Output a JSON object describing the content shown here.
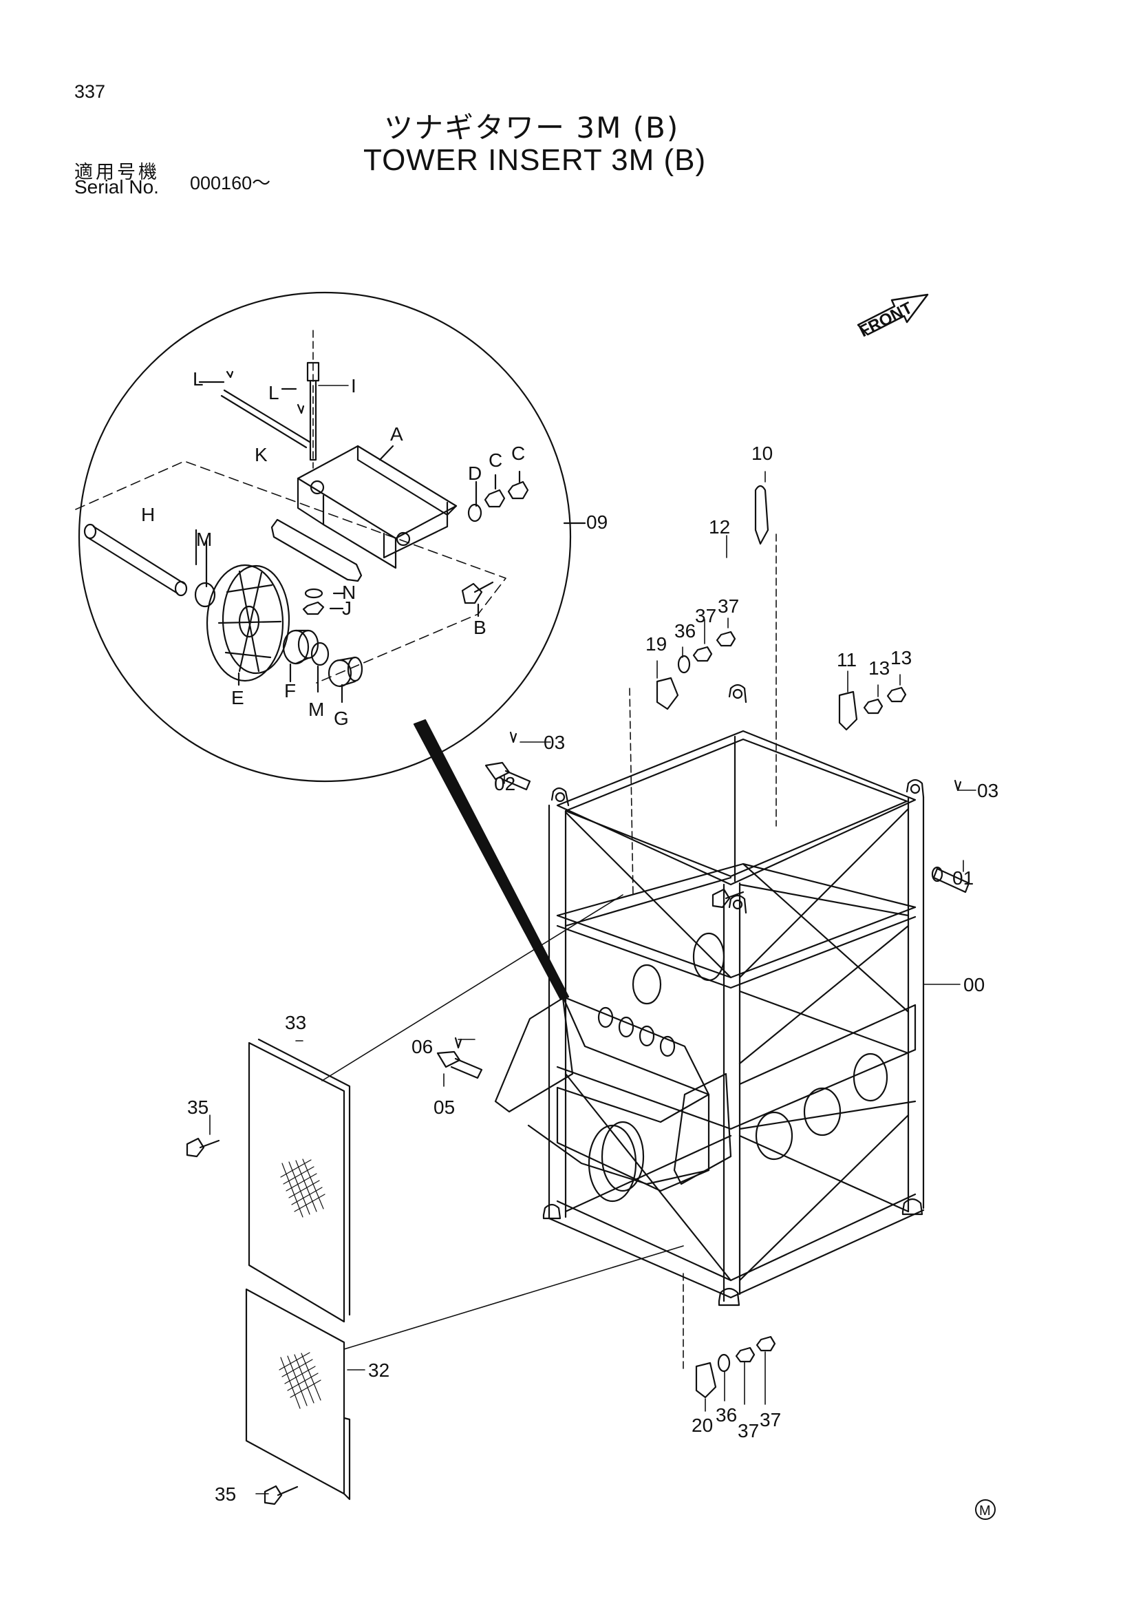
{
  "header": {
    "page_number": "337",
    "title_jp": "ツナギタワー 3M (B)",
    "title_en": "TOWER INSERT 3M (B)",
    "serial_label_jp": "適用号機",
    "serial_label_en": "Serial No.",
    "serial_value": "000160～"
  },
  "front_label": "FRONT",
  "footer_mark": "M",
  "callouts": {
    "L1": "L",
    "L2": "L",
    "I": "I",
    "K": "K",
    "A": "A",
    "D": "D",
    "C1": "C",
    "C2": "C",
    "p09": "09",
    "H": "H",
    "M1": "M",
    "N": "N",
    "J": "J",
    "B": "B",
    "E": "E",
    "F": "F",
    "M2": "M",
    "G": "G",
    "p10": "10",
    "p12": "12",
    "p36a": "36",
    "p37a": "37",
    "p37b": "37",
    "p19": "19",
    "p11": "11",
    "p13a": "13",
    "p13b": "13",
    "p03a": "03",
    "p02": "02",
    "p03b": "03",
    "p01": "01",
    "p00": "00",
    "p33": "33",
    "p06": "06",
    "p05": "05",
    "p35a": "35",
    "p32": "32",
    "p35b": "35",
    "p20": "20",
    "p36b": "36",
    "p37c": "37",
    "p37d": "37"
  }
}
